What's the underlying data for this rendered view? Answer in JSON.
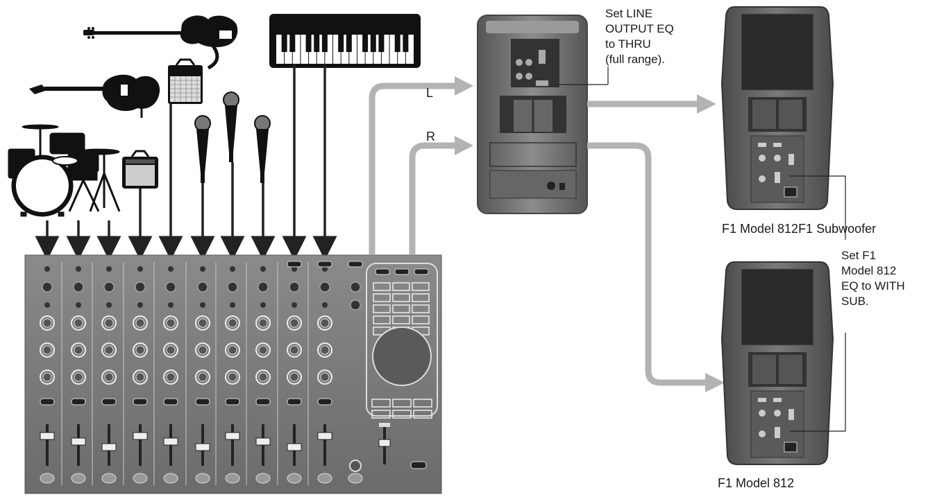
{
  "labels": {
    "sub_note_line1": "Set LINE",
    "sub_note_line2": "OUTPUT EQ",
    "sub_note_line3": "to THRU",
    "sub_note_line4": "(full range).",
    "left_channel": "L",
    "right_channel": "R",
    "top_speaker_caption": "F1 Model 812F1 Subwoofer",
    "bottom_speaker_caption": "F1 Model 812",
    "speaker_note_line1": "Set F1",
    "speaker_note_line2": "Model 812",
    "speaker_note_line3": "EQ to WITH",
    "speaker_note_line4": "SUB."
  },
  "colors": {
    "device_dark": "#3a3a3a",
    "device_mid": "#6e6e6e",
    "signal_line": "#b3b3b3",
    "input_arrow": "#222222"
  },
  "icons": [
    "drum-kit-icon",
    "electric-guitar-icon",
    "bass-guitar-icon",
    "guitar-amp-icon",
    "bass-amp-icon",
    "microphone-icon",
    "keyboard-icon",
    "mixer-icon",
    "subwoofer-icon",
    "loudspeaker-icon"
  ]
}
